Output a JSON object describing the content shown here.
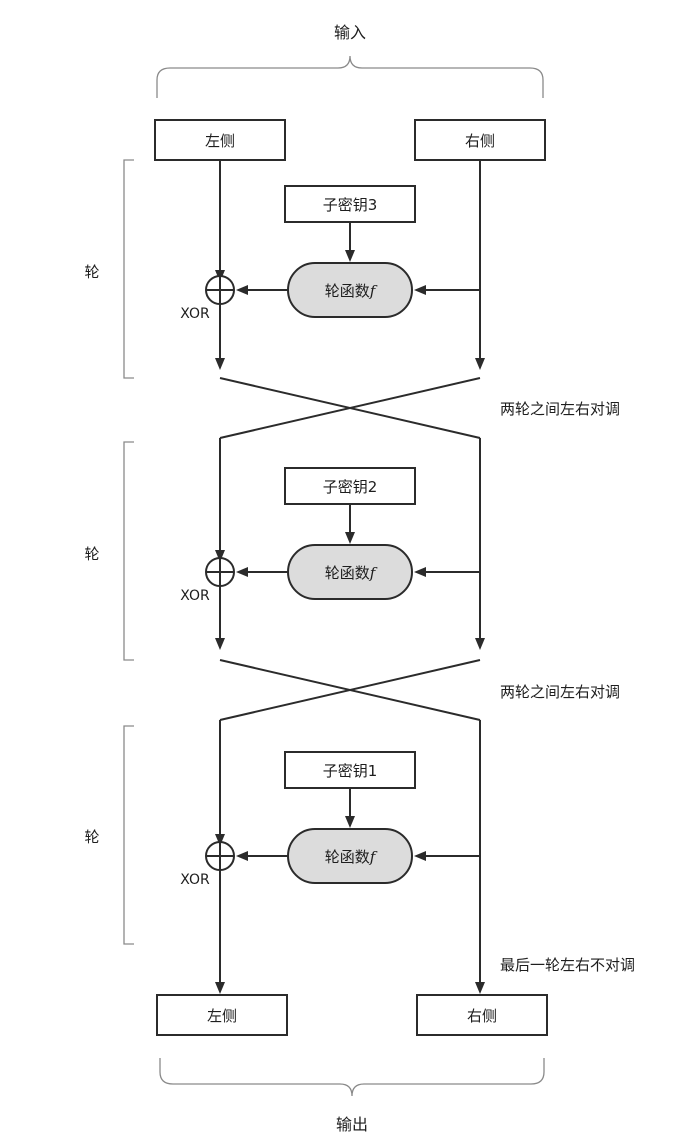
{
  "input_label": "输入",
  "output_label": "输出",
  "top_left_box": "左侧",
  "top_right_box": "右侧",
  "bottom_left_box": "左侧",
  "bottom_right_box": "右侧",
  "rounds": [
    {
      "side_label": "轮",
      "subkey": "子密钥3",
      "function": "轮函数",
      "function_symbol": "f",
      "xor_label": "XOR",
      "after_note": "两轮之间左右对调"
    },
    {
      "side_label": "轮",
      "subkey": "子密钥2",
      "function": "轮函数",
      "function_symbol": "f",
      "xor_label": "XOR",
      "after_note": "两轮之间左右对调"
    },
    {
      "side_label": "轮",
      "subkey": "子密钥1",
      "function": "轮函数",
      "function_symbol": "f",
      "xor_label": "XOR",
      "after_note": "最后一轮左右不对调"
    }
  ]
}
